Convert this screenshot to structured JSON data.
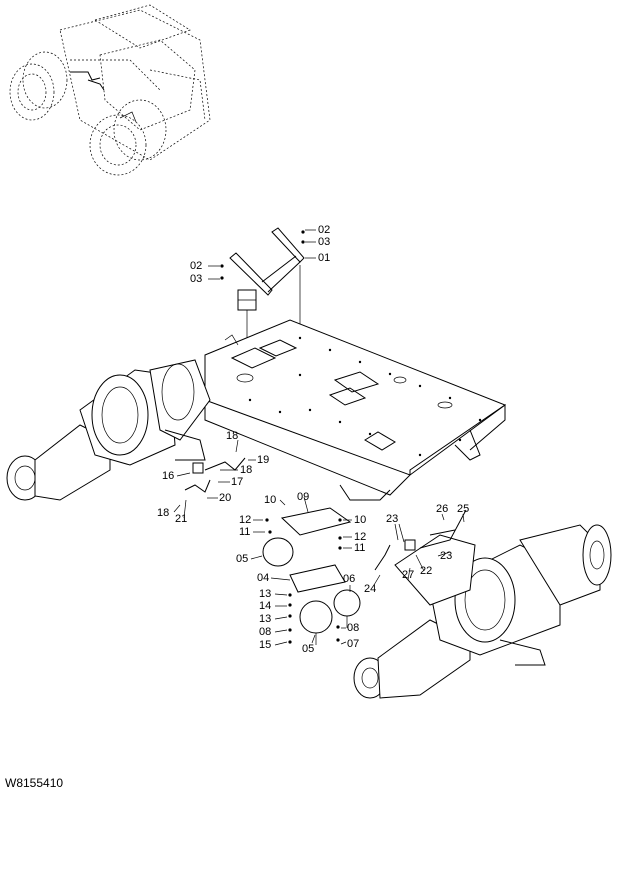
{
  "figure_code": "W8155410",
  "callouts": [
    {
      "id": "c-02a",
      "text": "02"
    },
    {
      "id": "c-03a",
      "text": "03"
    },
    {
      "id": "c-01",
      "text": "01"
    },
    {
      "id": "c-02b",
      "text": "02"
    },
    {
      "id": "c-03b",
      "text": "03"
    },
    {
      "id": "c-18a",
      "text": "18"
    },
    {
      "id": "c-19",
      "text": "19"
    },
    {
      "id": "c-16",
      "text": "16"
    },
    {
      "id": "c-17",
      "text": "17"
    },
    {
      "id": "c-18b",
      "text": "18"
    },
    {
      "id": "c-20",
      "text": "20"
    },
    {
      "id": "c-18c",
      "text": "18"
    },
    {
      "id": "c-21",
      "text": "21"
    },
    {
      "id": "c-10a",
      "text": "10"
    },
    {
      "id": "c-09",
      "text": "09"
    },
    {
      "id": "c-12a",
      "text": "12"
    },
    {
      "id": "c-11a",
      "text": "11"
    },
    {
      "id": "c-10b",
      "text": "10"
    },
    {
      "id": "c-12b",
      "text": "12"
    },
    {
      "id": "c-11b",
      "text": "11"
    },
    {
      "id": "c-05a",
      "text": "05"
    },
    {
      "id": "c-04",
      "text": "04"
    },
    {
      "id": "c-06",
      "text": "06"
    },
    {
      "id": "c-13a",
      "text": "13"
    },
    {
      "id": "c-14",
      "text": "14"
    },
    {
      "id": "c-13b",
      "text": "13"
    },
    {
      "id": "c-08a",
      "text": "08"
    },
    {
      "id": "c-15",
      "text": "15"
    },
    {
      "id": "c-05b",
      "text": "05"
    },
    {
      "id": "c-08b",
      "text": "08"
    },
    {
      "id": "c-07",
      "text": "07"
    },
    {
      "id": "c-26",
      "text": "26"
    },
    {
      "id": "c-25",
      "text": "25"
    },
    {
      "id": "c-23a",
      "text": "23"
    },
    {
      "id": "c-23b",
      "text": "23"
    },
    {
      "id": "c-22",
      "text": "22"
    },
    {
      "id": "c-27",
      "text": "27"
    },
    {
      "id": "c-24",
      "text": "24"
    }
  ]
}
